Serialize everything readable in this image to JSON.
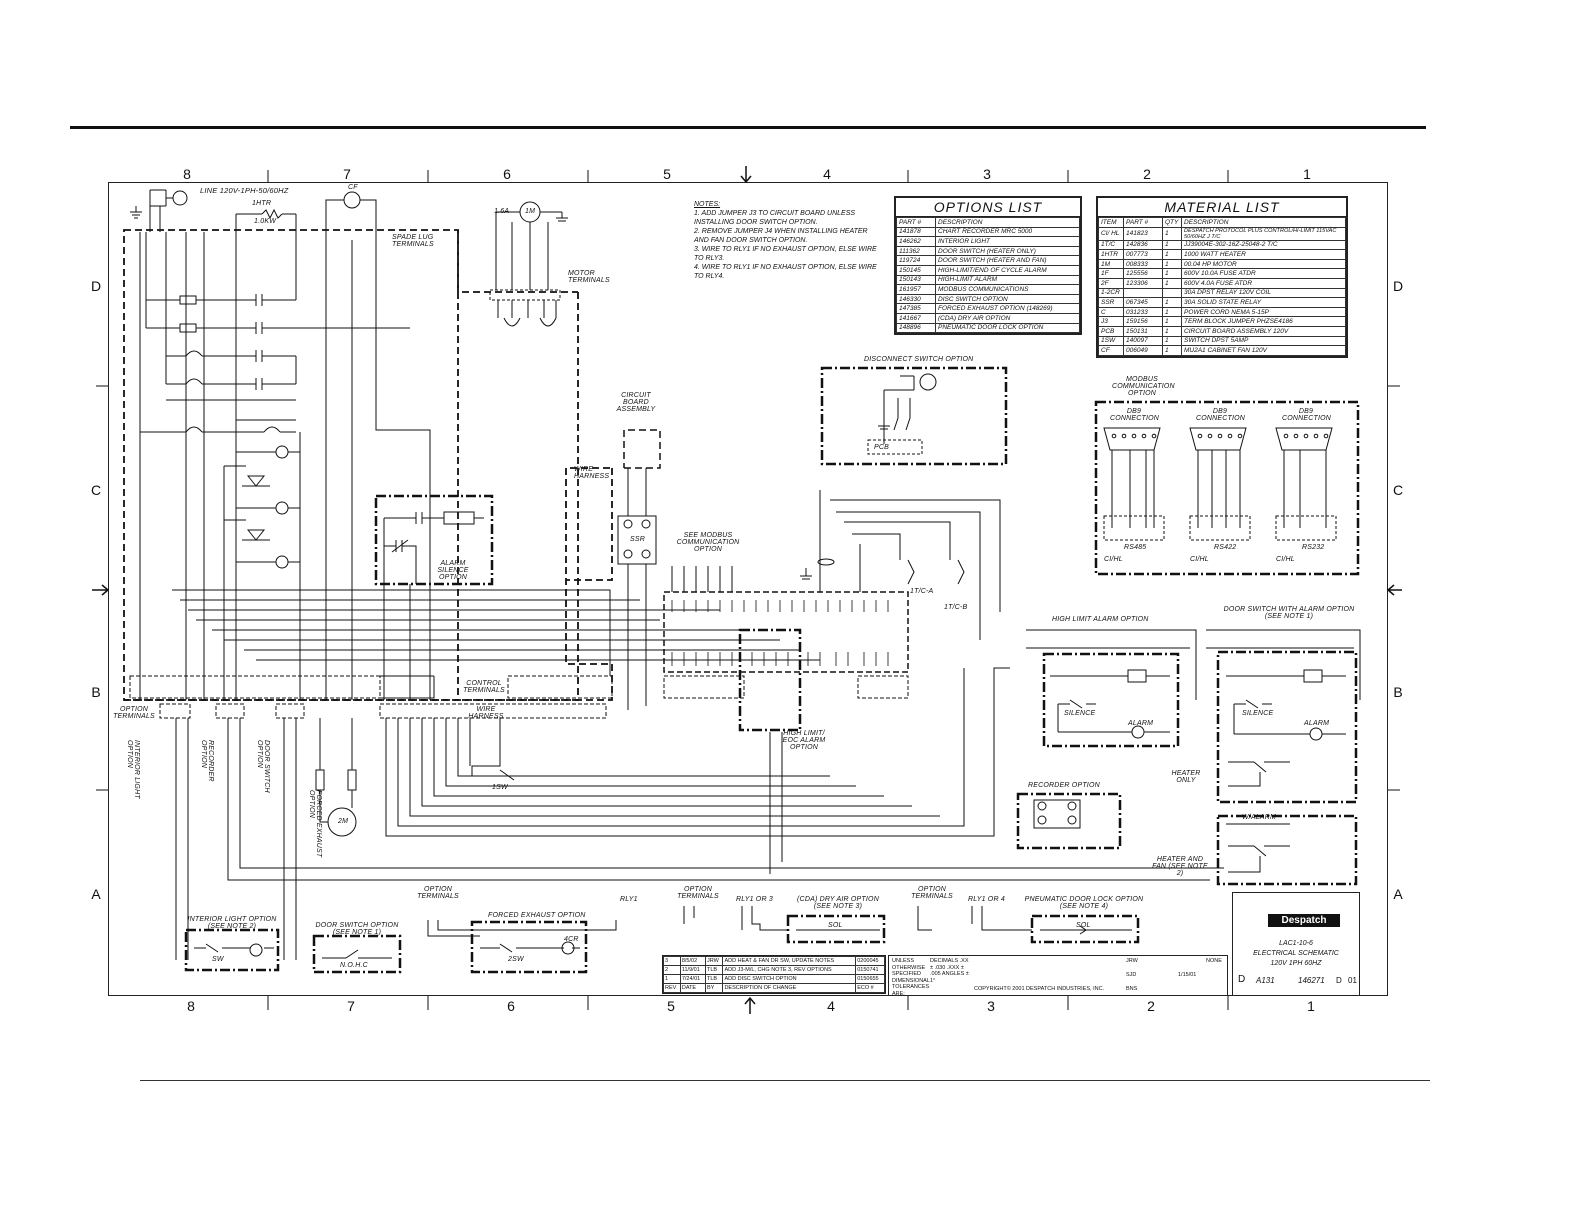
{
  "zones_top": [
    "8",
    "7",
    "6",
    "5",
    "4",
    "3",
    "2",
    "1"
  ],
  "zones_bottom": [
    "8",
    "7",
    "6",
    "5",
    "4",
    "3",
    "2",
    "1"
  ],
  "zones_side": [
    "D",
    "C",
    "B",
    "A"
  ],
  "line_label": "LINE 120V-1PH-50/60HZ",
  "heater_label_1": "1HTR",
  "heater_label_2": "1.0KW",
  "fan_label": "CF",
  "motor_label": "1M",
  "motor_amp": "1.6A",
  "labels": {
    "spade_lug": "SPADE LUG TERMINALS",
    "motor_terminals": "MOTOR TERMINALS",
    "circuit_board": "CIRCUIT BOARD ASSEMBLY",
    "wire_harness_top": "WIRE HARNESS",
    "ssr": "SSR",
    "see_modbus": "SEE MODBUS COMMUNICATION OPTION",
    "alarm_silence": "ALARM SILENCE OPTION",
    "control_terminals": "CONTROL TERMINALS",
    "wire_harness_bottom": "WIRE HARNESS",
    "option_terminals": "OPTION TERMINALS",
    "interior_light_option": "INTERIOR LIGHT OPTION",
    "recorder_option_v": "RECORDER OPTION",
    "door_switch_option_v": "DOOR SWITCH OPTION",
    "forced_exhaust_v": "FORCED EXHAUST OPTION",
    "high_limit_eoc": "HIGH LIMIT/ EOC ALARM OPTION",
    "sw1": "1SW",
    "motor2": "2M",
    "tc_a": "1T/C-A",
    "tc_b": "1T/C-B",
    "disconnect_switch": "DISCONNECT SWITCH OPTION",
    "pcb": "PCB",
    "modbus": "MODBUS COMMUNICATION OPTION",
    "db9": "DB9 CONNECTION",
    "rs485": "RS485",
    "rs422": "RS422",
    "rs232": "RS232",
    "cihl": "CI/HL",
    "high_limit_alarm": "HIGH LIMIT ALARM OPTION",
    "door_switch_alarm": "DOOR SWITCH WITH ALARM OPTION (SEE NOTE 1)",
    "silence": "SILENCE",
    "alarm": "ALARM",
    "heater_only": "HEATER ONLY",
    "heater_and_fan": "HEATER AND FAN (SEE NOTE 2)",
    "w_alarm": "W/ALARM",
    "recorder_option": "RECORDER OPTION",
    "interior_light_box": "INTERIOR LIGHT OPTION (SEE NOTE 2)",
    "door_switch_box": "DOOR SWITCH OPTION (SEE NOTE 1)",
    "nohc": "N.O.H.C",
    "forced_exhaust_box": "FORCED EXHAUST OPTION",
    "cda_option": "(CDA) DRY AIR OPTION (SEE NOTE 3)",
    "pneumatic_option": "PNEUMATIC DOOR LOCK OPTION (SEE NOTE 4)",
    "rly1_or_3": "RLY1 OR 3",
    "rly1_or_4": "RLY1 OR 4",
    "rly1": "RLY1",
    "sol": "SOL",
    "sw": "SW",
    "sw2": "2SW",
    "cr4": "4CR"
  },
  "notes": {
    "heading": "NOTES:",
    "items": [
      "1. ADD JUMPER J3 TO CIRCUIT BOARD UNLESS INSTALLING DOOR SWITCH OPTION.",
      "2. REMOVE JUMPER J4 WHEN INSTALLING HEATER AND FAN DOOR SWITCH OPTION.",
      "3. WIRE TO RLY1 IF NO EXHAUST OPTION, ELSE WIRE TO RLY3.",
      "4. WIRE TO RLY1 IF NO EXHAUST OPTION, ELSE WIRE TO RLY4."
    ]
  },
  "options_list": {
    "title": "OPTIONS LIST",
    "headers": [
      "PART #",
      "DESCRIPTION"
    ],
    "rows": [
      [
        "141878",
        "CHART RECORDER MRC 5000"
      ],
      [
        "146262",
        "INTERIOR LIGHT"
      ],
      [
        "111362",
        "DOOR SWITCH (HEATER ONLY)"
      ],
      [
        "119724",
        "DOOR SWITCH (HEATER AND FAN)"
      ],
      [
        "150145",
        "HIGH-LIMIT/END OF CYCLE ALARM"
      ],
      [
        "150143",
        "HIGH-LIMIT ALARM"
      ],
      [
        "161957",
        "MODBUS COMMUNICATIONS"
      ],
      [
        "146330",
        "DISC SWITCH OPTION"
      ],
      [
        "147385",
        "FORCED EXHAUST OPTION (148269)"
      ],
      [
        "141667",
        "(CDA) DRY AIR OPTION"
      ],
      [
        "148896",
        "PNEUMATIC DOOR LOCK OPTION"
      ]
    ]
  },
  "material_list": {
    "title": "MATERIAL LIST",
    "headers": [
      "ITEM",
      "PART #",
      "QTY",
      "DESCRIPTION"
    ],
    "rows": [
      [
        "CI/ HL",
        "141823",
        "1",
        "DESPATCH PROTOCOL PLUS CONTROL/HI-LIMIT 115VAC 50/60HZ J T/C"
      ],
      [
        "1T/C",
        "142836",
        "1",
        "JJ39004E-302-16Z-25048-2 T/C"
      ],
      [
        "1HTR",
        "007773",
        "1",
        "1000 WATT HEATER"
      ],
      [
        "1M",
        "008333",
        "1",
        "00.04 HP MOTOR"
      ],
      [
        "1F",
        "125556",
        "1",
        "600V 10.0A FUSE ATDR"
      ],
      [
        "2F",
        "123306",
        "1",
        "600V 4.0A FUSE ATDR"
      ],
      [
        "1-2CR",
        "",
        "",
        "30A DPST RELAY 120V COIL"
      ],
      [
        "SSR",
        "067345",
        "1",
        "30A SOLID STATE RELAY"
      ],
      [
        "C",
        "031233",
        "1",
        "POWER CORD NEMA 5-15P"
      ],
      [
        "J3",
        "159156",
        "1",
        "TERM BLOCK JUMPER PHZSE4186"
      ],
      [
        "PCB",
        "150131",
        "1",
        "CIRCUIT BOARD ASSEMBLY 120V"
      ],
      [
        "1SW",
        "140097",
        "1",
        "SWITCH DPST 5AMP"
      ],
      [
        "CF",
        "006049",
        "1",
        "MU2A1 CABINET FAN 120V"
      ]
    ]
  },
  "revisions": {
    "rows": [
      [
        "3",
        "8/5/02",
        "JRW",
        "ADD HEAT & FAN DR SW, UPDATE NOTES",
        "0200045"
      ],
      [
        "2",
        "11/9/01",
        "TLB",
        "ADD J3-M/L, CHG NOTE 3, REV OPTIONS",
        "0150741"
      ],
      [
        "1",
        "7/24/01",
        "TLB",
        "ADD DISC SWITCH OPTION",
        "0150655"
      ]
    ],
    "headers": [
      "REV",
      "DATE",
      "BY",
      "DESCRIPTION OF CHANGE",
      "ECO #"
    ]
  },
  "tolerances": {
    "text_1": "UNLESS OTHERWISE SPECIFIED DIMENSIONAL TOLERANCES ARE:",
    "text_2": "DECIMALS .XX ± .030 .XXX ± .005 ANGLES ± 1°",
    "copyright": "COPYRIGHT© 2001 DESPATCH INDUSTRIES, INC."
  },
  "title_block": {
    "company": "Despatch",
    "model": "LAC1-10-6",
    "title": "ELECTRICAL SCHEMATIC",
    "spec": "120V 1PH 60HZ",
    "size": "D",
    "dwg_a": "A131",
    "dwg_no": "146271",
    "rev": "D",
    "sheet": "01",
    "drawn_by": "JRW",
    "checked_by": "SJD",
    "approved_by": "BNS",
    "date": "1/15/01",
    "scale": "NONE"
  },
  "colors": {
    "ink": "#111111",
    "paper": "#ffffff"
  }
}
